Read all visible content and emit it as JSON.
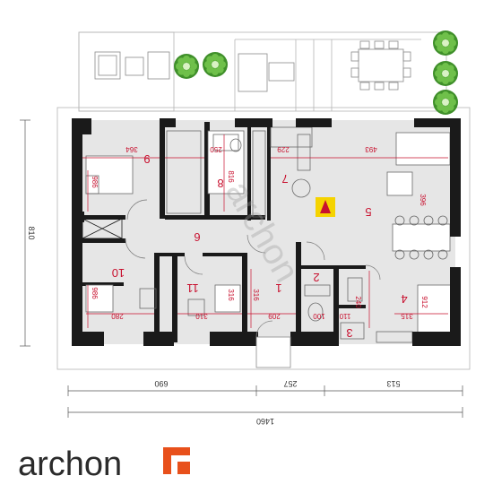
{
  "colors": {
    "wall": "#1a1a1a",
    "floor": "#e6e6e6",
    "dimension": "#c8102e",
    "terrace_line": "#b5b5b5",
    "tree": "#3f8f2a",
    "fireplace": "#f5d300",
    "logo_orange": "#e8501b"
  },
  "icons": [
    "tree-icon",
    "fireplace-icon",
    "archon-logo-icon"
  ],
  "rooms": {
    "r1": "1",
    "r2": "2",
    "r3": "3",
    "r4": "4",
    "r5": "5",
    "r6": "6",
    "r7": "7",
    "r8": "8",
    "r9": "9",
    "r10": "10",
    "r11": "11"
  },
  "dims": {
    "d364": "364",
    "d250": "250",
    "d229": "229",
    "d493": "493",
    "d816": "816",
    "d986": "986",
    "d396": "396",
    "d986b": "986",
    "d280": "280",
    "d310": "310",
    "d316": "316",
    "d316b": "316",
    "d209": "209",
    "d100": "100",
    "d110": "110",
    "d240": "240",
    "d315": "315",
    "d912": "912"
  },
  "overall": {
    "height": "810",
    "w690": "690",
    "w257": "257",
    "w513": "513",
    "total": "1460"
  },
  "logo": {
    "text": "archon"
  },
  "watermark": "archon"
}
